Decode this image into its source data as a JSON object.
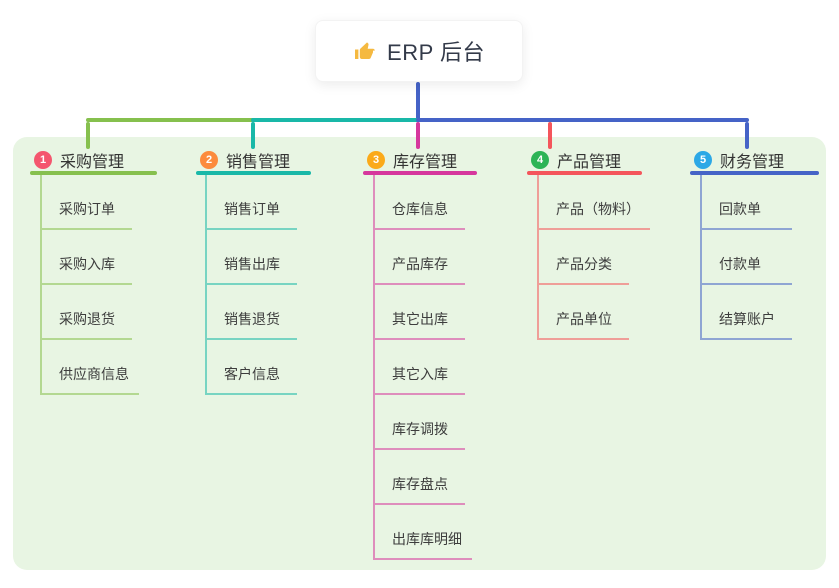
{
  "root": {
    "title": "ERP 后台",
    "icon": "thumbs-up-icon"
  },
  "colors": {
    "canvas_bg": "#ffffff",
    "panel_bg": "#e8f5e3",
    "root_connector": "#4563c7",
    "title_text": "#333333",
    "child_text": "#3d3d3d",
    "thumb_icon": "#f5b940"
  },
  "branches": [
    {
      "index": "1",
      "title": "采购管理",
      "badge_color": "#f4566e",
      "line_color": "#86c04e",
      "children": [
        "采购订单",
        "采购入库",
        "采购退货",
        "供应商信息"
      ]
    },
    {
      "index": "2",
      "title": "销售管理",
      "badge_color": "#fc8b3d",
      "line_color": "#19b8a8",
      "children": [
        "销售订单",
        "销售出库",
        "销售退货",
        "客户信息"
      ]
    },
    {
      "index": "3",
      "title": "库存管理",
      "badge_color": "#fbaa1a",
      "line_color": "#d6379d",
      "children": [
        "仓库信息",
        "产品库存",
        "其它出库",
        "其它入库",
        "库存调拨",
        "库存盘点",
        "出库库明细"
      ]
    },
    {
      "index": "4",
      "title": "产品管理",
      "badge_color": "#2db456",
      "line_color": "#f4555b",
      "children": [
        "产品（物料）",
        "产品分类",
        "产品单位"
      ]
    },
    {
      "index": "5",
      "title": "财务管理",
      "badge_color": "#2ca8e6",
      "line_color": "#4563c7",
      "children": [
        "回款单",
        "付款单",
        "结算账户"
      ]
    }
  ]
}
